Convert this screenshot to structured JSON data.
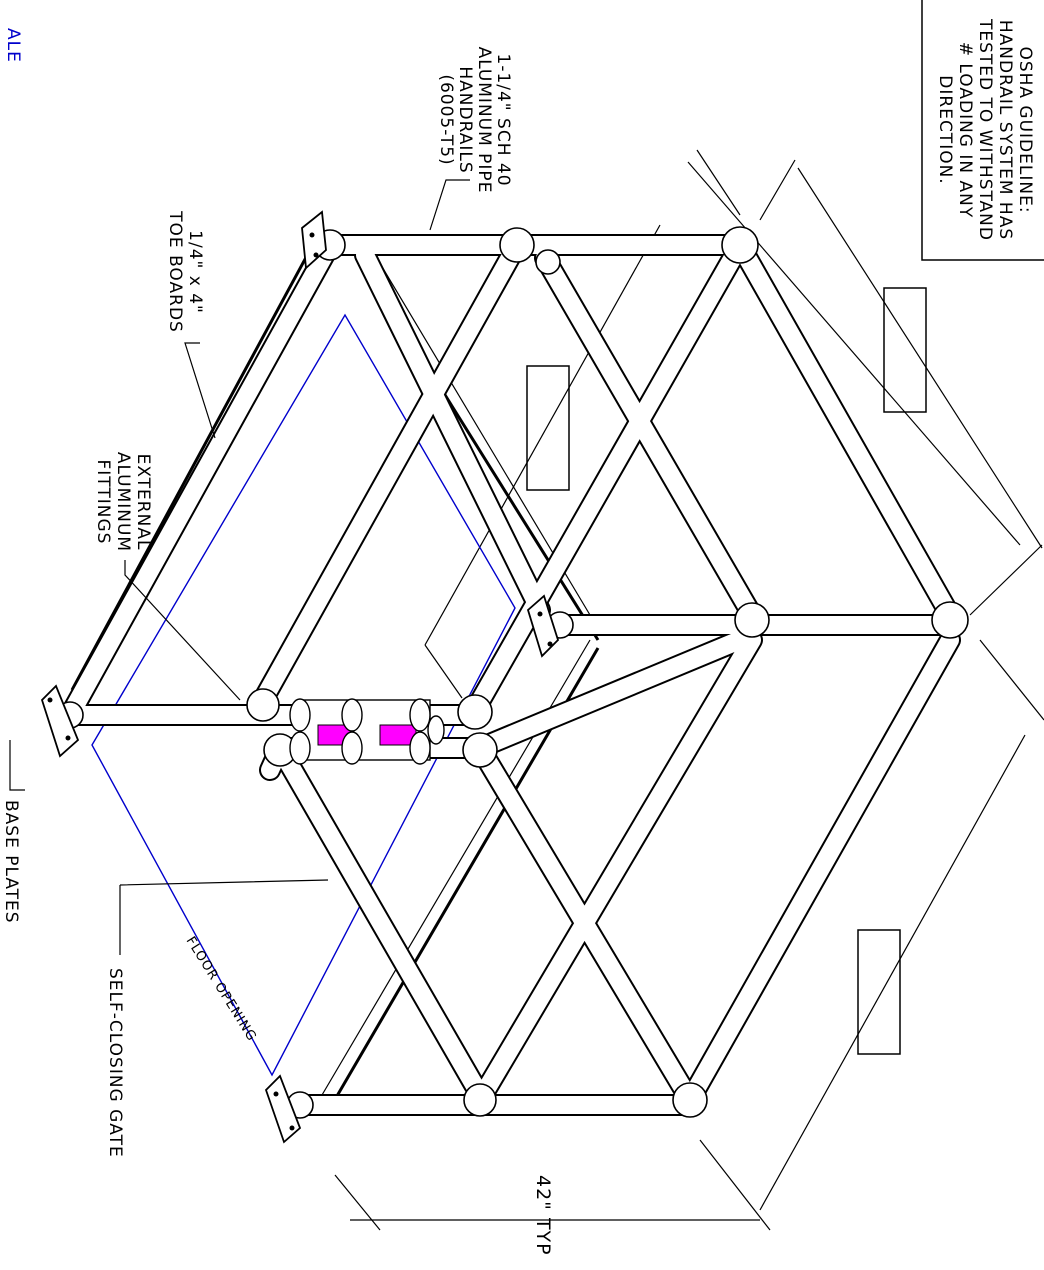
{
  "notes": {
    "osha_lines": [
      "OSHA GUIDELINE:",
      "HANDRAIL SYSTEM HAS",
      "TESTED TO WITHSTAND",
      "#  LOADING IN ANY",
      "DIRECTION."
    ]
  },
  "callouts": {
    "pipe_lines": [
      "1-1/4\" SCH 40",
      "ALUMINUM PIPE",
      "HANDRAILS",
      "(6005-T5)"
    ],
    "toe_lines": [
      "1/4\" x 4\"",
      "TOE BOARDS"
    ],
    "fittings_lines": [
      "EXTERNAL",
      "ALUMINUM",
      "FITTINGS"
    ],
    "base_plates": "BASE PLATES",
    "self_closing_gate": "SELF-CLOSING GATE",
    "floor_opening": "FLOOR OPENING",
    "height": "42\" TYP",
    "edge_fragment": "ALE"
  },
  "colors": {
    "line": "#000000",
    "floor_outline": "#0000cc",
    "hinge_spring": "#ff00ff",
    "pipe_fill": "#ffffff"
  }
}
